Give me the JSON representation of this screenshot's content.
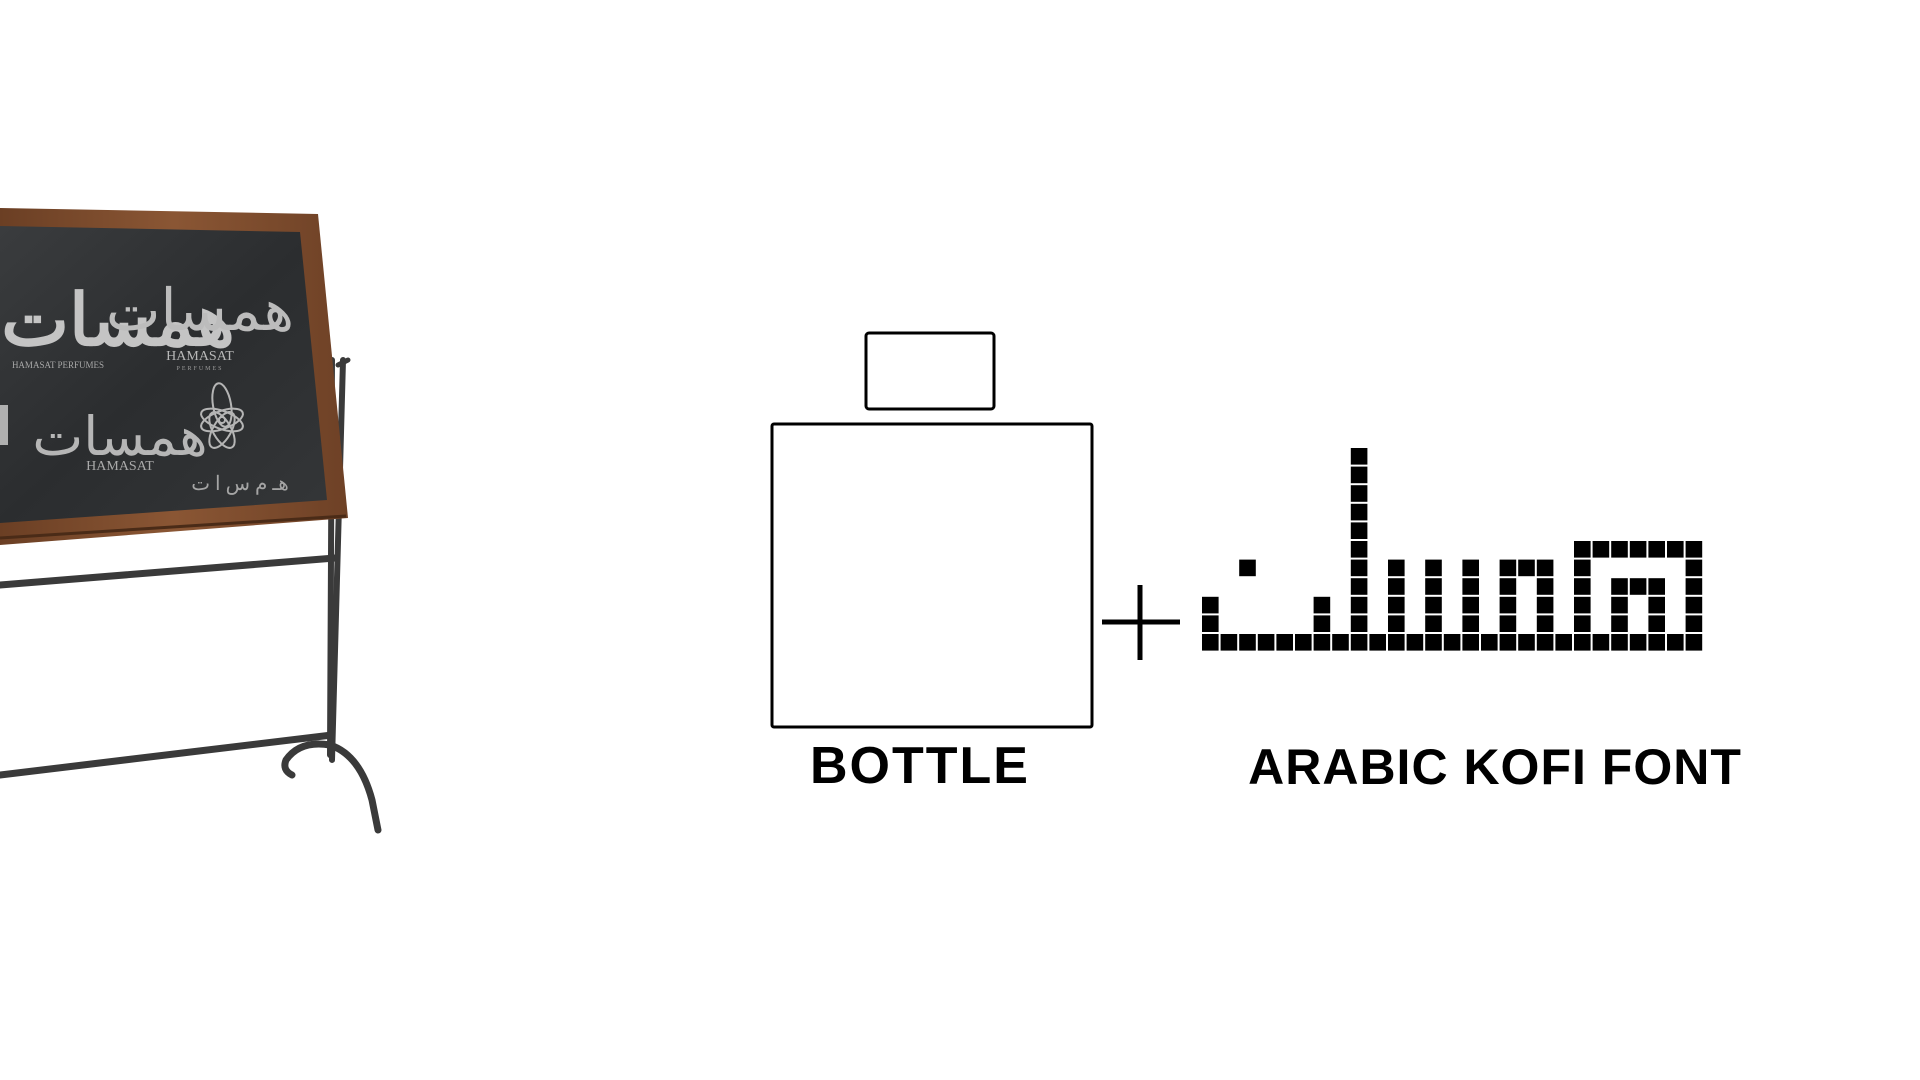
{
  "labels": {
    "bottle": "BOTTLE",
    "font": "ARABIC KOFI FONT",
    "plus": "+"
  },
  "chalkboard": {
    "logo_latin_1": "HAMASAT",
    "logo_latin_1_sub": "PERFUMES",
    "logo_latin_2": "HAMASAT",
    "logo_latin_3": "HAMASAT PERFUMES",
    "logo_arabic_1": "همسات",
    "logo_arabic_2": "همسات",
    "logo_arabic_3": "همسات",
    "logo_arabic_4": "هـ م س ا ت"
  },
  "colors": {
    "background": "#ffffff",
    "ink": "#000000",
    "chalkboard": "#2f3133",
    "frame_wood": "#7a4a2b",
    "stand_metal": "#3a3a3a",
    "chalk": "#bfbfbf"
  },
  "icons": {
    "bottle": "bottle-outline-icon",
    "plus": "plus-icon",
    "flower": "flower-icon"
  }
}
